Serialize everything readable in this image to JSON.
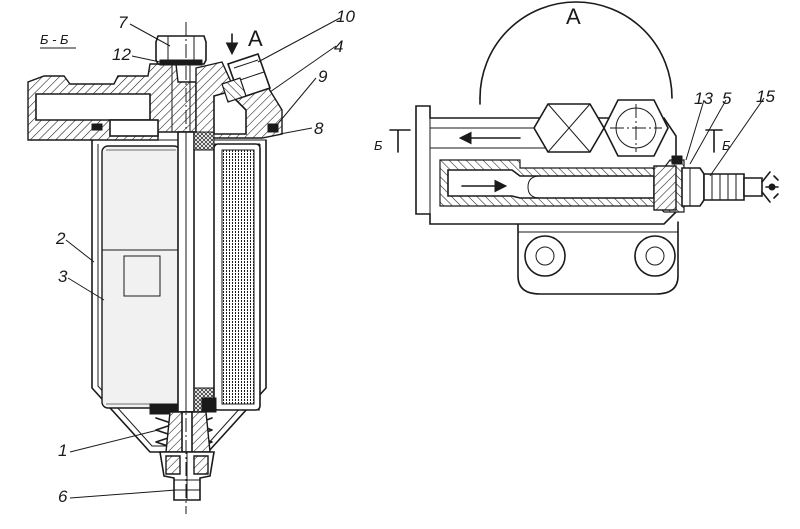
{
  "figure": {
    "section_label": "Б - Б",
    "view_label": "А",
    "section_marks": [
      "Б",
      "Б"
    ],
    "callouts": {
      "c1": "1",
      "c2": "2",
      "c3": "3",
      "c4": "4",
      "c5": "5",
      "c6": "6",
      "c7": "7",
      "c8": "8",
      "c9": "9",
      "c10": "10",
      "c12": "12",
      "c13": "13",
      "c15": "15"
    }
  }
}
